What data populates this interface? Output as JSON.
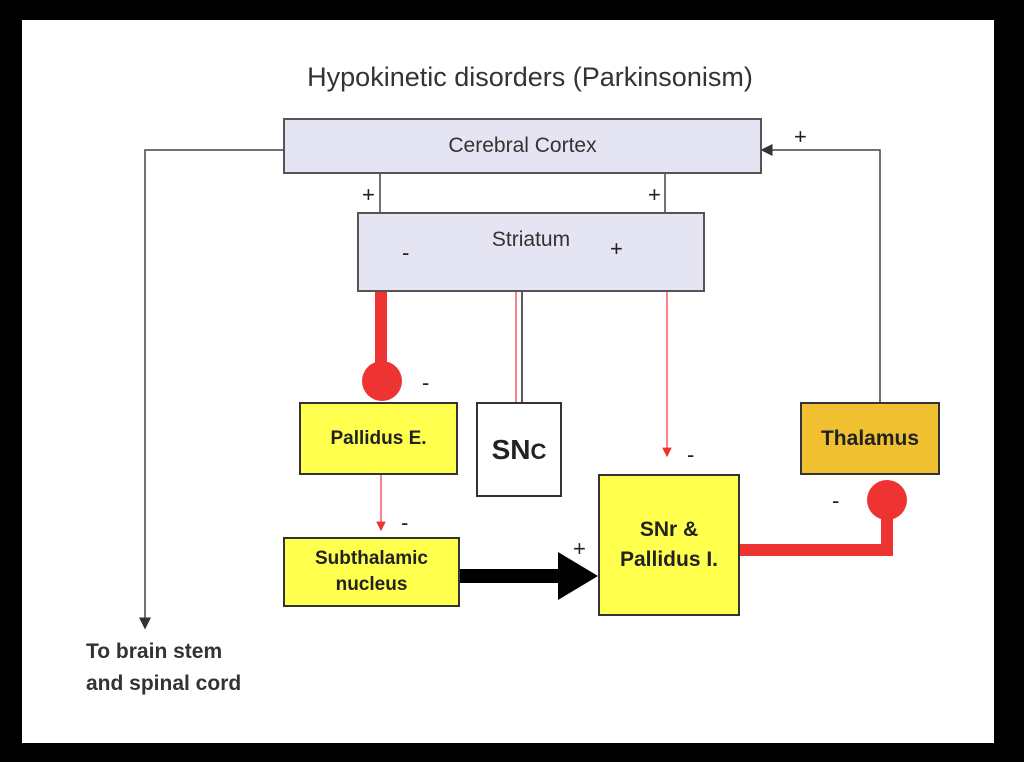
{
  "title": "Hypokinetic disorders (Parkinsonism)",
  "nodes": {
    "cortex": "Cerebral Cortex",
    "striatum": "Striatum",
    "pallidus_e": "Pallidus E.",
    "snc_main": "SN",
    "snc_sub": "C",
    "thalamus": "Thalamus",
    "subthalamic_line1": "Subthalamic",
    "subthalamic_line2": "nucleus",
    "snr_line1": "SNr &",
    "snr_line2": "Pallidus I."
  },
  "footer": {
    "line1": "To brain stem",
    "line2": "and spinal cord"
  },
  "signs": {
    "plus": "+",
    "minus": "-"
  },
  "colors": {
    "inhibitory": "#ee3333",
    "excitatory": "#111111",
    "cortex_fill": "#e4e4f2",
    "nucleus_fill": "#ffff4d",
    "thalamus_fill": "#f0c030"
  }
}
